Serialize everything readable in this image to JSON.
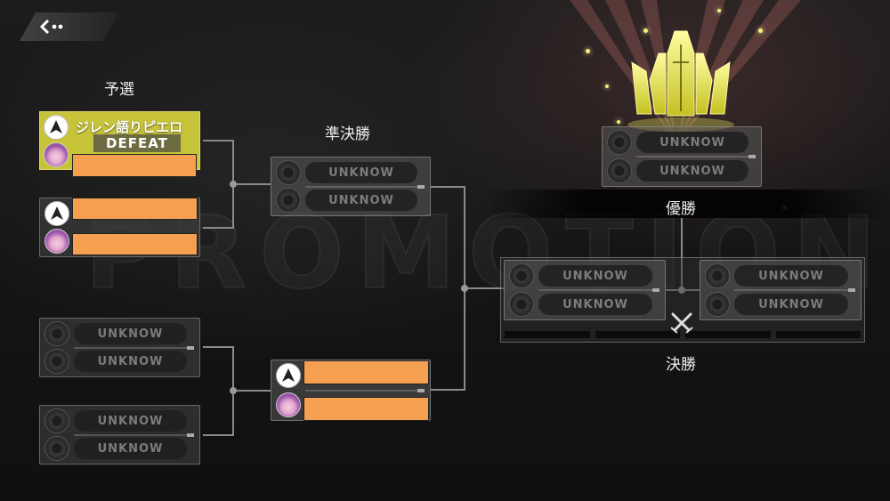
{
  "back": {
    "icon": "back-arrow-icon"
  },
  "watermark": "PROMOTION",
  "rounds": {
    "preliminary": "予選",
    "semifinal": "準決勝",
    "final": "決勝",
    "champion": "優勝"
  },
  "slot_placeholder": "UNKNOW",
  "winner_card": {
    "player_name": "ジレン語りピエロ",
    "status": "DEFEAT"
  },
  "colors": {
    "accent_yellow": "#c8c43a",
    "redacted": "#f5a050",
    "card_bg": "#464646"
  }
}
